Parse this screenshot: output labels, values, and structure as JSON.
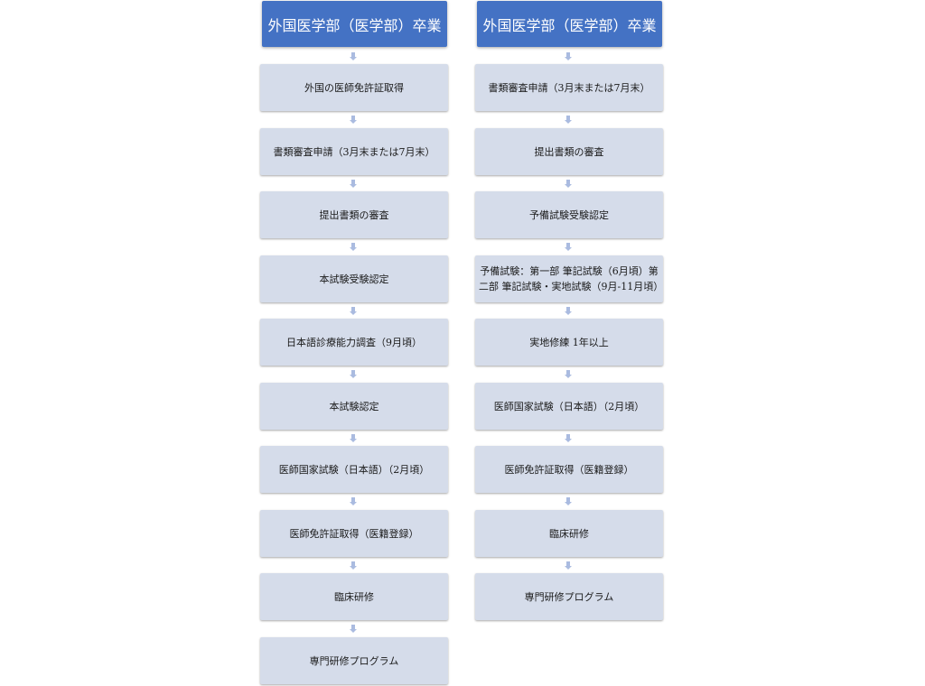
{
  "left_flow": {
    "header": "外国医学部（医学部）卒業",
    "steps": [
      "外国の医師免許証取得",
      "書類審査申請（3月末または7月末）",
      "提出書類の審査",
      "本試験受験認定",
      "日本語診療能力調査（9月頃）",
      "本試験認定",
      "医師国家試験（日本語）（2月頃）",
      "医師免許証取得（医籍登録）",
      "臨床研修",
      "専門研修プログラム"
    ]
  },
  "right_flow": {
    "header": "外国医学部（医学部）卒業",
    "steps": [
      "書類審査申請（3月末または7月末）",
      "提出書類の審査",
      "予備試験受験認定",
      "予備試験：第一部 筆記試験（6月頃）第二部 筆記試験・実地試験（9月-11月頃）",
      "実地修練 1年以上",
      "医師国家試験（日本語）（2月頃）",
      "医師免許証取得（医籍登録）",
      "臨床研修",
      "専門研修プログラム"
    ]
  },
  "colors": {
    "header_fill": "#4472c4",
    "step_fill": "#d5dcea",
    "arrow": "#aabbe0"
  }
}
